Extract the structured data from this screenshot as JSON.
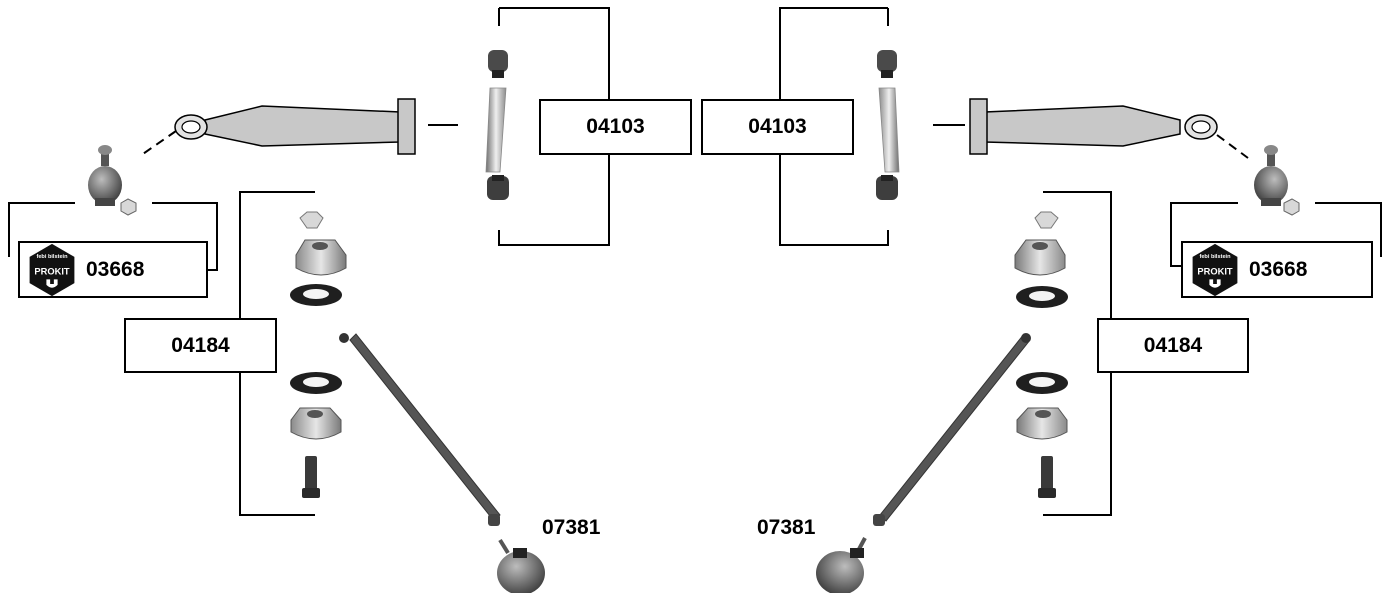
{
  "labels": {
    "tie_rod_set_left": "04103",
    "tie_rod_set_right": "04103",
    "bushing_kit_left": "04184",
    "bushing_kit_right": "04184",
    "ball_joint_left": "03668",
    "ball_joint_right": "03668",
    "strut_rod_left": "07381",
    "strut_rod_right": "07381"
  },
  "badge": {
    "top_text": "febi bilstein",
    "brand_text": "PROKIT"
  },
  "colors": {
    "line": "#000000",
    "part_light": "#c8c8c8",
    "part_mid": "#9a9a9a",
    "part_dark": "#3a3a3a",
    "badge_bg": "#111111"
  }
}
